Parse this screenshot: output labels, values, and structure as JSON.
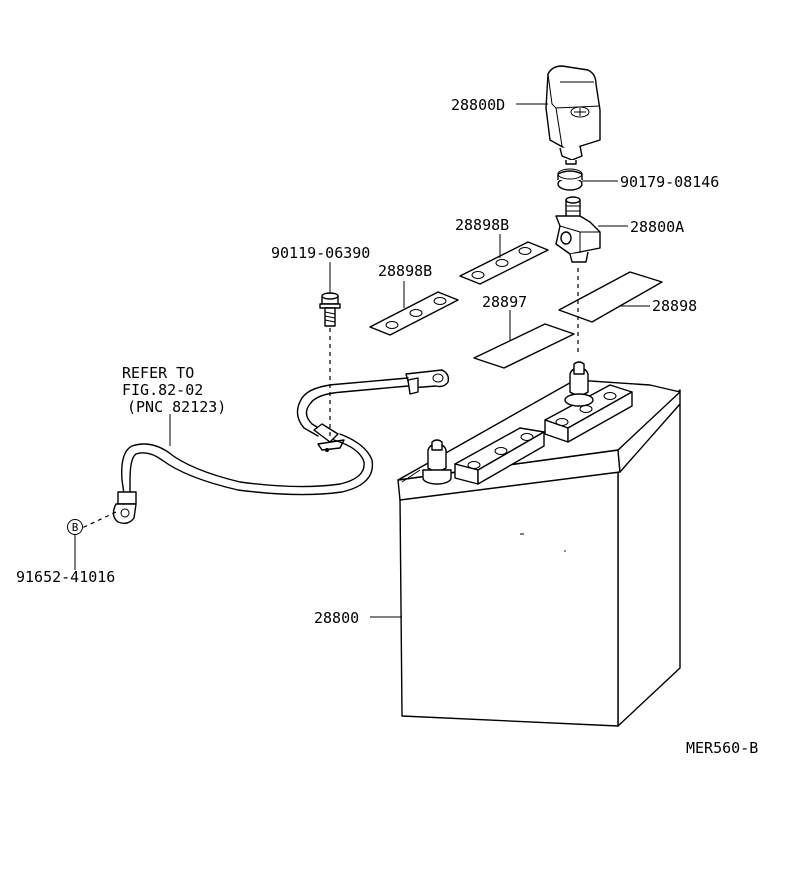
{
  "labels": {
    "cover": "28800D",
    "nut": "90179-08146",
    "terminal": "28800A",
    "insulator_upper": "28898B",
    "bolt": "90119-06390",
    "insulator_lower": "28898B",
    "sheet_small": "28897",
    "sheet_large": "28898",
    "refer_line1": "REFER TO",
    "refer_line2": "FIG.82-02",
    "refer_line3": "(PNC 82123)",
    "b_marker": "B",
    "b_bolt": "91652-41016",
    "battery": "28800",
    "figure_code": "MER560-B"
  }
}
